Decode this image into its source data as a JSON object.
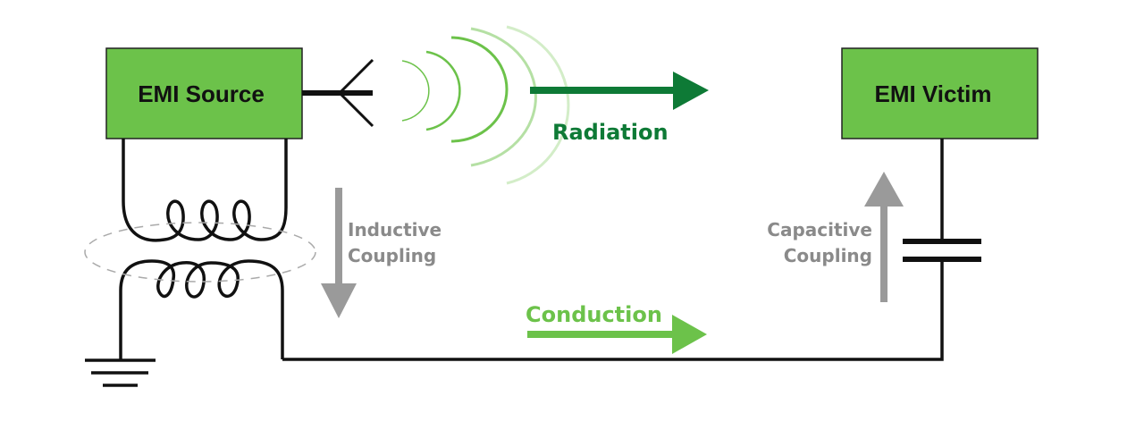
{
  "diagram": {
    "source_box": {
      "label": "EMI Source"
    },
    "victim_box": {
      "label": "EMI Victim"
    },
    "radiation": {
      "label": "Radiation"
    },
    "inductive": {
      "line1": "Inductive",
      "line2": "Coupling"
    },
    "capacitive": {
      "line1": "Capacitive",
      "line2": "Coupling"
    },
    "conduction": {
      "label": "Conduction"
    }
  },
  "colors": {
    "box_fill": "#6cc24a",
    "radiation": "#0e7a36",
    "conduction": "#6cc24a",
    "coupling_arrow": "#9a9a9a",
    "wire": "#111111"
  }
}
